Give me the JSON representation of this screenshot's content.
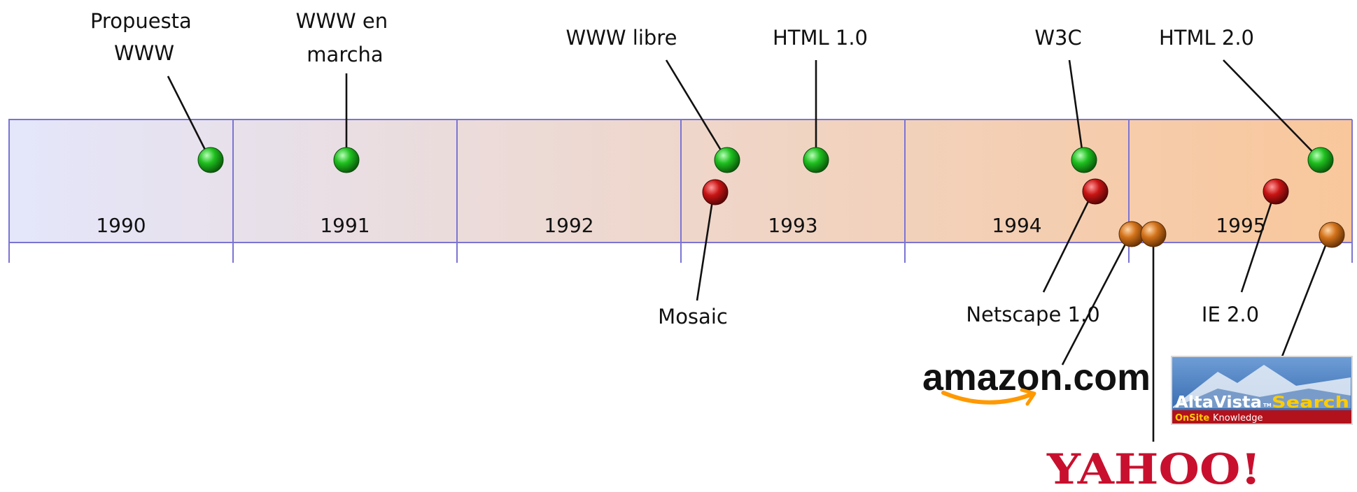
{
  "timeline": {
    "years": [
      "1990",
      "1991",
      "1992",
      "1993",
      "1994",
      "1995"
    ],
    "band_gradient": [
      "#e4e6fb",
      "#f9c79b"
    ],
    "border_color": "#7b74d3"
  },
  "colors": {
    "green": "#1fbf1f",
    "red": "#c81414",
    "orange": "#d2721a"
  },
  "events": [
    {
      "id": "propuesta-www",
      "color": "green",
      "lines": [
        "Propuesta",
        "WWW"
      ]
    },
    {
      "id": "www-en-marcha",
      "color": "green",
      "lines": [
        "WWW en",
        "marcha"
      ]
    },
    {
      "id": "www-libre",
      "color": "green",
      "lines": [
        "WWW libre"
      ]
    },
    {
      "id": "html-1-0",
      "color": "green",
      "lines": [
        "HTML 1.0"
      ]
    },
    {
      "id": "w3c",
      "color": "green",
      "lines": [
        "W3C"
      ]
    },
    {
      "id": "html-2-0",
      "color": "green",
      "lines": [
        "HTML 2.0"
      ]
    },
    {
      "id": "mosaic",
      "color": "red",
      "lines": [
        "Mosaic"
      ]
    },
    {
      "id": "netscape-1-0",
      "color": "red",
      "lines": [
        "Netscape 1.0"
      ]
    },
    {
      "id": "ie-2-0",
      "color": "red",
      "lines": [
        "IE 2.0"
      ]
    },
    {
      "id": "amazon",
      "color": "orange",
      "lines": []
    },
    {
      "id": "yahoo",
      "color": "orange",
      "lines": []
    },
    {
      "id": "altavista",
      "color": "orange",
      "lines": []
    }
  ],
  "logos": {
    "amazon": {
      "text": "amazon.com",
      "icon": "amazon-smile-arrow"
    },
    "yahoo": {
      "text": "YAHOO!"
    },
    "altavista": {
      "brand": "AltaVista",
      "tm": "TM",
      "search": "Search",
      "onsite": "OnSite",
      "knowledge": "Knowledge",
      "icon": "mountain"
    }
  }
}
